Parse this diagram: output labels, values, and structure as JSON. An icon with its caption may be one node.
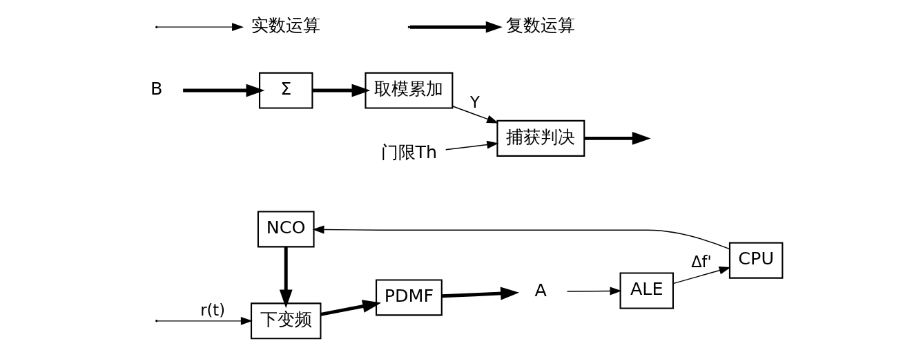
{
  "diagram": {
    "nodes": [
      {
        "text": [
          "下变频"
        ]
      },
      {
        "text": [
          "PDMF"
        ]
      },
      {
        "text": [
          "B"
        ]
      },
      {
        "text": [
          "Σ"
        ]
      },
      {
        "text": [
          "取模累加"
        ]
      },
      {
        "text": [
          "捕获判决"
        ]
      },
      {
        "text": [
          "A"
        ]
      },
      {
        "text": [
          "ALE"
        ]
      },
      {
        "text": [
          "CPU"
        ]
      },
      {
        "text": [
          "门限Th"
        ]
      },
      {
        "text": [
          "NCO"
        ]
      }
    ],
    "edges": [
      {
        "from": null,
        "to": 0,
        "arrow": "to",
        "label": "r(t)"
      },
      {
        "from": 0,
        "to": 1,
        "arrow": "to",
        "style": "thick"
      },
      {
        "from": 1,
        "to": 6,
        "arrow": "to",
        "style": "thick"
      },
      {
        "from": 2,
        "to": 3,
        "arrow": "to",
        "style": "thick"
      },
      {
        "from": 3,
        "to": 4,
        "arrow": "to",
        "style": "thick"
      },
      {
        "from": 4,
        "to": 5,
        "arrow": "to",
        "label": "Y"
      },
      {
        "from": 5,
        "to": null,
        "arrow": "to",
        "style": "thick"
      },
      {
        "from": 9,
        "to": 5,
        "arrow": "to"
      },
      {
        "from": 6,
        "to": 7,
        "arrow": "to"
      },
      {
        "from": 7,
        "to": 8,
        "arrow": "to",
        "label": "Δf'"
      },
      {
        "from": 8,
        "to": 10,
        "arrow": "to"
      },
      {
        "from": 10,
        "to": 0,
        "arrow": "to",
        "style": "thick"
      }
    ],
    "legend": [
      {
        "text": "实数运算"
      },
      {
        "text": "复数运算"
      }
    ]
  }
}
